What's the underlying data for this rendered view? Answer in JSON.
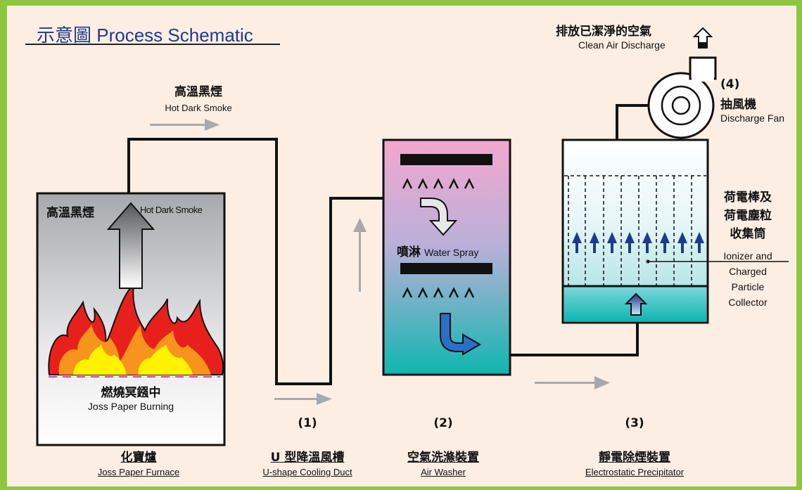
{
  "title": {
    "zh": "示意圖",
    "en": "Process Schematic"
  },
  "smoke_top": {
    "zh": "高溫黑煙",
    "en": "Hot Dark Smoke"
  },
  "smoke_furnace": {
    "zh": "高溫黑煙",
    "en": "Hot Dark Smoke"
  },
  "burning": {
    "zh": "燃燒冥鏹中",
    "en": "Joss Paper Burning"
  },
  "water_spray": {
    "zh": "噴淋",
    "en": "Water Spray"
  },
  "ionizer": {
    "zh1": "荷電棒及",
    "zh2": "荷電塵粒",
    "zh3": "收集筒",
    "en1": "Ionizer and",
    "en2": "Charged",
    "en3": "Particle",
    "en4": "Collector"
  },
  "fan": {
    "num": "(4)",
    "zh": "抽風機",
    "en": "Discharge Fan"
  },
  "discharge": {
    "zh": "排放已潔淨的空氣",
    "en": "Clean Air Discharge"
  },
  "stages": [
    {
      "num": "",
      "zh": "化寶爐",
      "en": "Joss Paper Furnace"
    },
    {
      "num": "(1)",
      "zh": "U 型降溫風槽",
      "en": "U-shape Cooling Duct"
    },
    {
      "num": "(2)",
      "zh": "空氣洗滌裝置",
      "en": "Air Washer"
    },
    {
      "num": "(3)",
      "zh": "靜電除煙裝置",
      "en": "Electrostatic Precipitator"
    }
  ],
  "colors": {
    "background": "#fdeee3",
    "border": "#8dc63f",
    "title": "#1f3a8c",
    "flame_red": "#e8201c",
    "flame_orange": "#f7941d",
    "flame_yellow": "#fff200",
    "arrow_blue": "#1f3a8c"
  },
  "icons": [
    "up-arrow-icon",
    "curved-down-arrow-icon",
    "curved-right-arrow-icon",
    "chevron-row-icon",
    "flame-icon",
    "fan-icon"
  ]
}
